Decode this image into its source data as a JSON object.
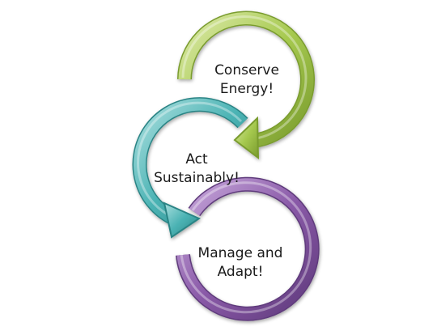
{
  "cycles": [
    {
      "id": "conserve",
      "line1": "Conserve",
      "line2": "Energy!",
      "color": "#a6c94f"
    },
    {
      "id": "act",
      "line1": "Act",
      "line2": "Sustainably!",
      "color": "#4bb3b4"
    },
    {
      "id": "manage",
      "line1": "Manage and",
      "line2": "Adapt!",
      "color": "#8a5aa8"
    }
  ]
}
